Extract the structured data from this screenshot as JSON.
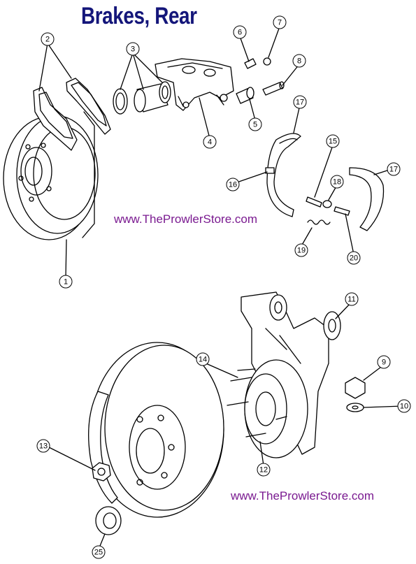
{
  "title": "Brakes, Rear",
  "watermarks": [
    "www.TheProwlerStore.com",
    "www.TheProwlerStore.com"
  ],
  "callouts": [
    "1",
    "2",
    "3",
    "4",
    "5",
    "6",
    "7",
    "8",
    "15",
    "16",
    "17",
    "17",
    "18",
    "19",
    "20",
    "9",
    "10",
    "11",
    "12",
    "13",
    "14",
    "25"
  ]
}
